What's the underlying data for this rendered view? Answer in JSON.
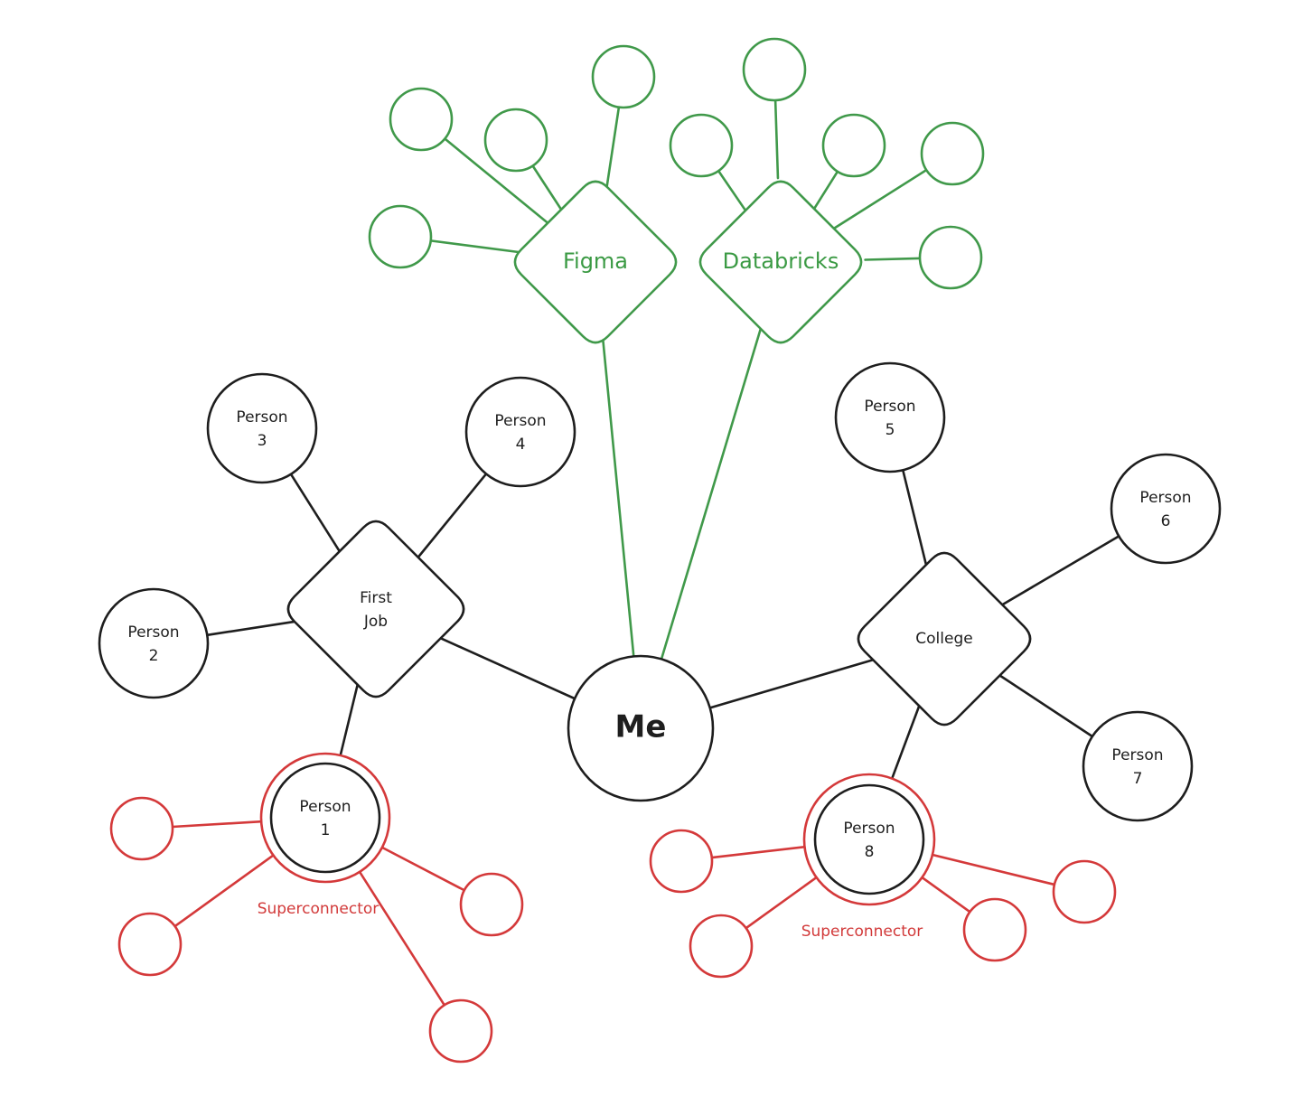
{
  "title": "Personal network map",
  "colors": {
    "black": "#1e1e1e",
    "green": "#40994a",
    "red": "#d4393a"
  },
  "center": {
    "id": "me",
    "label": "Me"
  },
  "groups": [
    {
      "id": "first-job",
      "label": "First Job",
      "color": "black",
      "shape": "diamond"
    },
    {
      "id": "college",
      "label": "College",
      "color": "black",
      "shape": "diamond"
    },
    {
      "id": "figma",
      "label": "Figma",
      "color": "green",
      "shape": "diamond"
    },
    {
      "id": "databricks",
      "label": "Databricks",
      "color": "green",
      "shape": "diamond"
    }
  ],
  "people": [
    {
      "id": "p1",
      "label": "Person 1",
      "group": "first-job",
      "superconnector": true
    },
    {
      "id": "p2",
      "label": "Person 2",
      "group": "first-job",
      "superconnector": false
    },
    {
      "id": "p3",
      "label": "Person 3",
      "group": "first-job",
      "superconnector": false
    },
    {
      "id": "p4",
      "label": "Person 4",
      "group": "first-job",
      "superconnector": false
    },
    {
      "id": "p5",
      "label": "Person 5",
      "group": "college",
      "superconnector": false
    },
    {
      "id": "p6",
      "label": "Person 6",
      "group": "college",
      "superconnector": false
    },
    {
      "id": "p7",
      "label": "Person 7",
      "group": "college",
      "superconnector": false
    },
    {
      "id": "p8",
      "label": "Person 8",
      "group": "college",
      "superconnector": true
    }
  ],
  "superconnector_label": "Superconnector",
  "unlabeled_contacts": {
    "figma": 4,
    "databricks": 5,
    "p1": 4,
    "p8": 4
  },
  "edges": [
    [
      "me",
      "first-job"
    ],
    [
      "me",
      "college"
    ],
    [
      "me",
      "figma"
    ],
    [
      "me",
      "databricks"
    ],
    [
      "first-job",
      "p1"
    ],
    [
      "first-job",
      "p2"
    ],
    [
      "first-job",
      "p3"
    ],
    [
      "first-job",
      "p4"
    ],
    [
      "college",
      "p5"
    ],
    [
      "college",
      "p6"
    ],
    [
      "college",
      "p7"
    ],
    [
      "college",
      "p8"
    ]
  ]
}
